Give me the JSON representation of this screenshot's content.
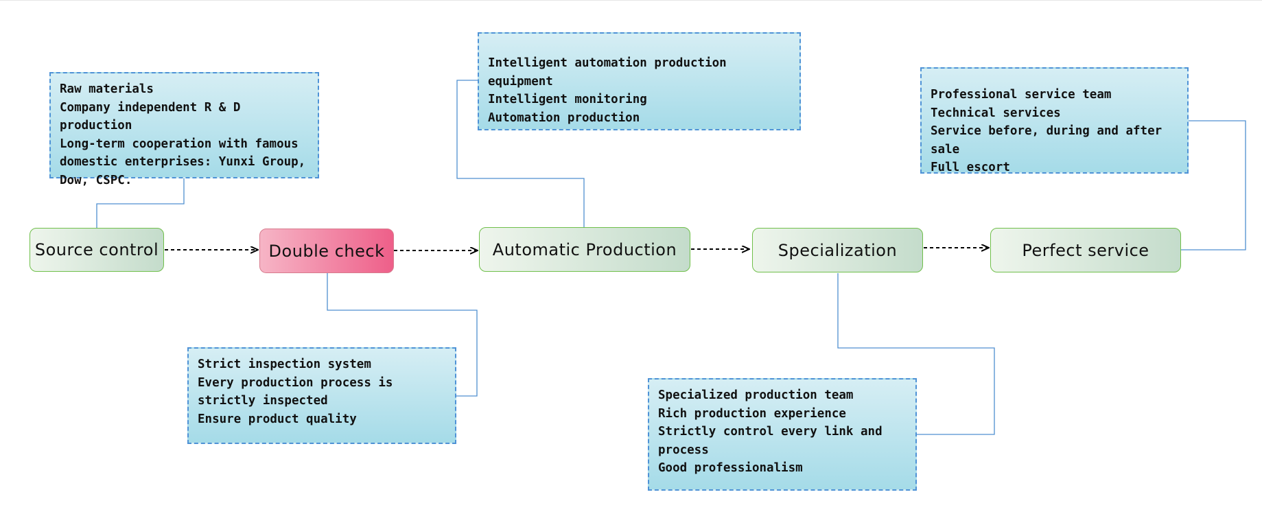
{
  "nodes": {
    "source": "Source control",
    "double": "Double check",
    "auto": "Automatic Production",
    "spec": "Specialization",
    "service": "Perfect service"
  },
  "notes": {
    "raw": [
      "Raw materials",
      "Company independent R & D production",
      "Long-term cooperation with famous domestic enterprises: Yunxi Group, Dow, CSPC."
    ],
    "check": [
      "Strict inspection system",
      "Every production process is strictly inspected",
      "Ensure product quality"
    ],
    "auto": [
      "Intelligent automation production equipment",
      "Intelligent monitoring",
      "Automation production"
    ],
    "spec": [
      "Specialized production team",
      "Rich production experience",
      "Strictly control every link and process",
      "Good professionalism"
    ],
    "service": [
      "Professional service team",
      "Technical services",
      "Service before, during and after sale",
      "Full escort"
    ]
  },
  "colors": {
    "node_border": "#6fbf4a",
    "highlight_node": "#ee5f89",
    "note_border": "#4e92d6",
    "connector": "#4f8fd0",
    "arrow": "#000000"
  }
}
